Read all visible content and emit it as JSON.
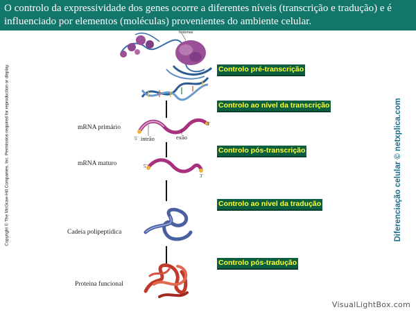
{
  "header": {
    "text": "O controlo da expressividade dos genes ocorre a diferentes níveis (transcrição e tradução) e é influenciado por elementos (moléculas) provenientes do ambiente celular."
  },
  "copyright": "Copyright © The McGraw-Hill Companies, Inc. Permission required for reproduction or display.",
  "histone_label": "histonas",
  "control_labels": [
    "Controlo pré-transcrição",
    "Controlo ao nível da transcrição",
    "Controlo pós-transcrição",
    "Controlo ao nível da tradução",
    "Controlo pós-tradução"
  ],
  "stages": {
    "primary_mrna": "mRNA primário",
    "mature_mrna": "mRNA maturo",
    "polypeptide": "Cadeia polipeptídica",
    "protein": "Proteína funcional"
  },
  "mrna_parts": {
    "intron": "intrão",
    "exon": "exão",
    "five_prime_primary": "5´",
    "three_prime_primary": "3´",
    "five_prime_mature": "5´",
    "three_prime_mature": "3´"
  },
  "credit": "Diferenciação celular © netxplica.com",
  "watermark": "VisualLightBox.com",
  "colors": {
    "header": "#12766b",
    "label_bg": "#0b5e3e",
    "label_text": "#ffff33",
    "credit": "#1a6e8a",
    "histone": "#9b4f96",
    "dna": "#3a6ea8",
    "mrna": "#a8317f",
    "polypeptide": "#4a5fa0",
    "protein": "#c0392b"
  }
}
